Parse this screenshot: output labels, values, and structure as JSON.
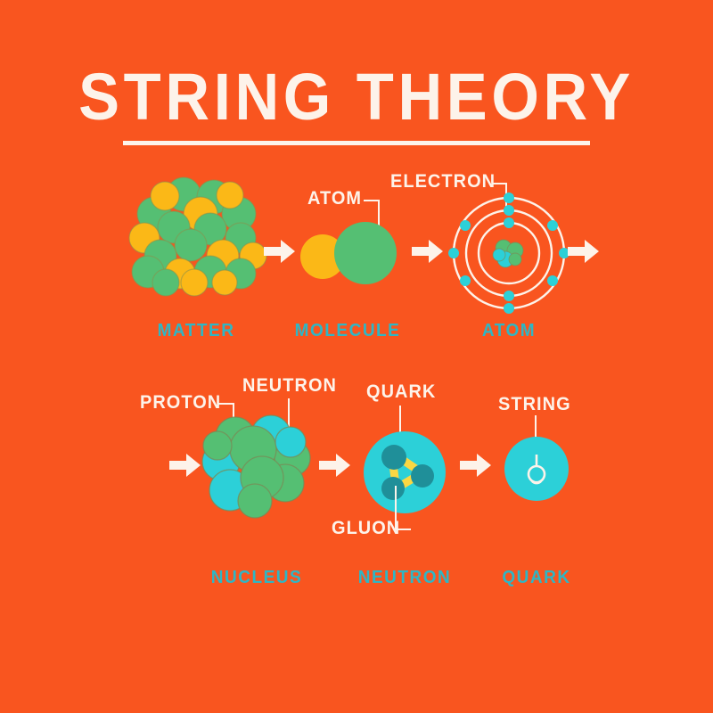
{
  "poster": {
    "title": "STRING THEORY",
    "background_color": "#f9551f",
    "title_color": "#fdf3ea",
    "caption_color": "#2fb6c4",
    "green": "#55bf73",
    "yellow": "#fbb817",
    "cyan": "#2cd0d8",
    "teal_dark": "#1f8f99",
    "cream": "#fdf3ea"
  },
  "row1": {
    "steps": [
      {
        "caption": "MATTER",
        "icon": "matter-cluster-icon"
      },
      {
        "caption": "MOLECULE",
        "icon": "molecule-icon"
      },
      {
        "caption": "ATOM",
        "icon": "atom-orbit-icon"
      }
    ],
    "callouts": [
      {
        "label": "ATOM",
        "target": "molecule-green-sphere"
      },
      {
        "label": "ELECTRON",
        "target": "atom-outer-electron"
      }
    ],
    "arrows": [
      "arrow-matter-to-molecule",
      "arrow-molecule-to-atom",
      "arrow-row1-continue"
    ]
  },
  "row2": {
    "steps": [
      {
        "caption": "NUCLEUS",
        "icon": "nucleus-cluster-icon"
      },
      {
        "caption": "NEUTRON",
        "icon": "neutron-icon"
      },
      {
        "caption": "QUARK",
        "icon": "quark-string-icon"
      }
    ],
    "callouts": [
      {
        "label": "PROTON",
        "target": "nucleus-proton-sphere"
      },
      {
        "label": "NEUTRON",
        "target": "nucleus-neutron-sphere"
      },
      {
        "label": "QUARK",
        "target": "neutron-quark-dot"
      },
      {
        "label": "GLUON",
        "target": "neutron-gluon-link"
      },
      {
        "label": "STRING",
        "target": "quark-string-loop"
      }
    ],
    "arrows": [
      "arrow-row2-start",
      "arrow-nucleus-to-neutron",
      "arrow-neutron-to-quark"
    ]
  }
}
